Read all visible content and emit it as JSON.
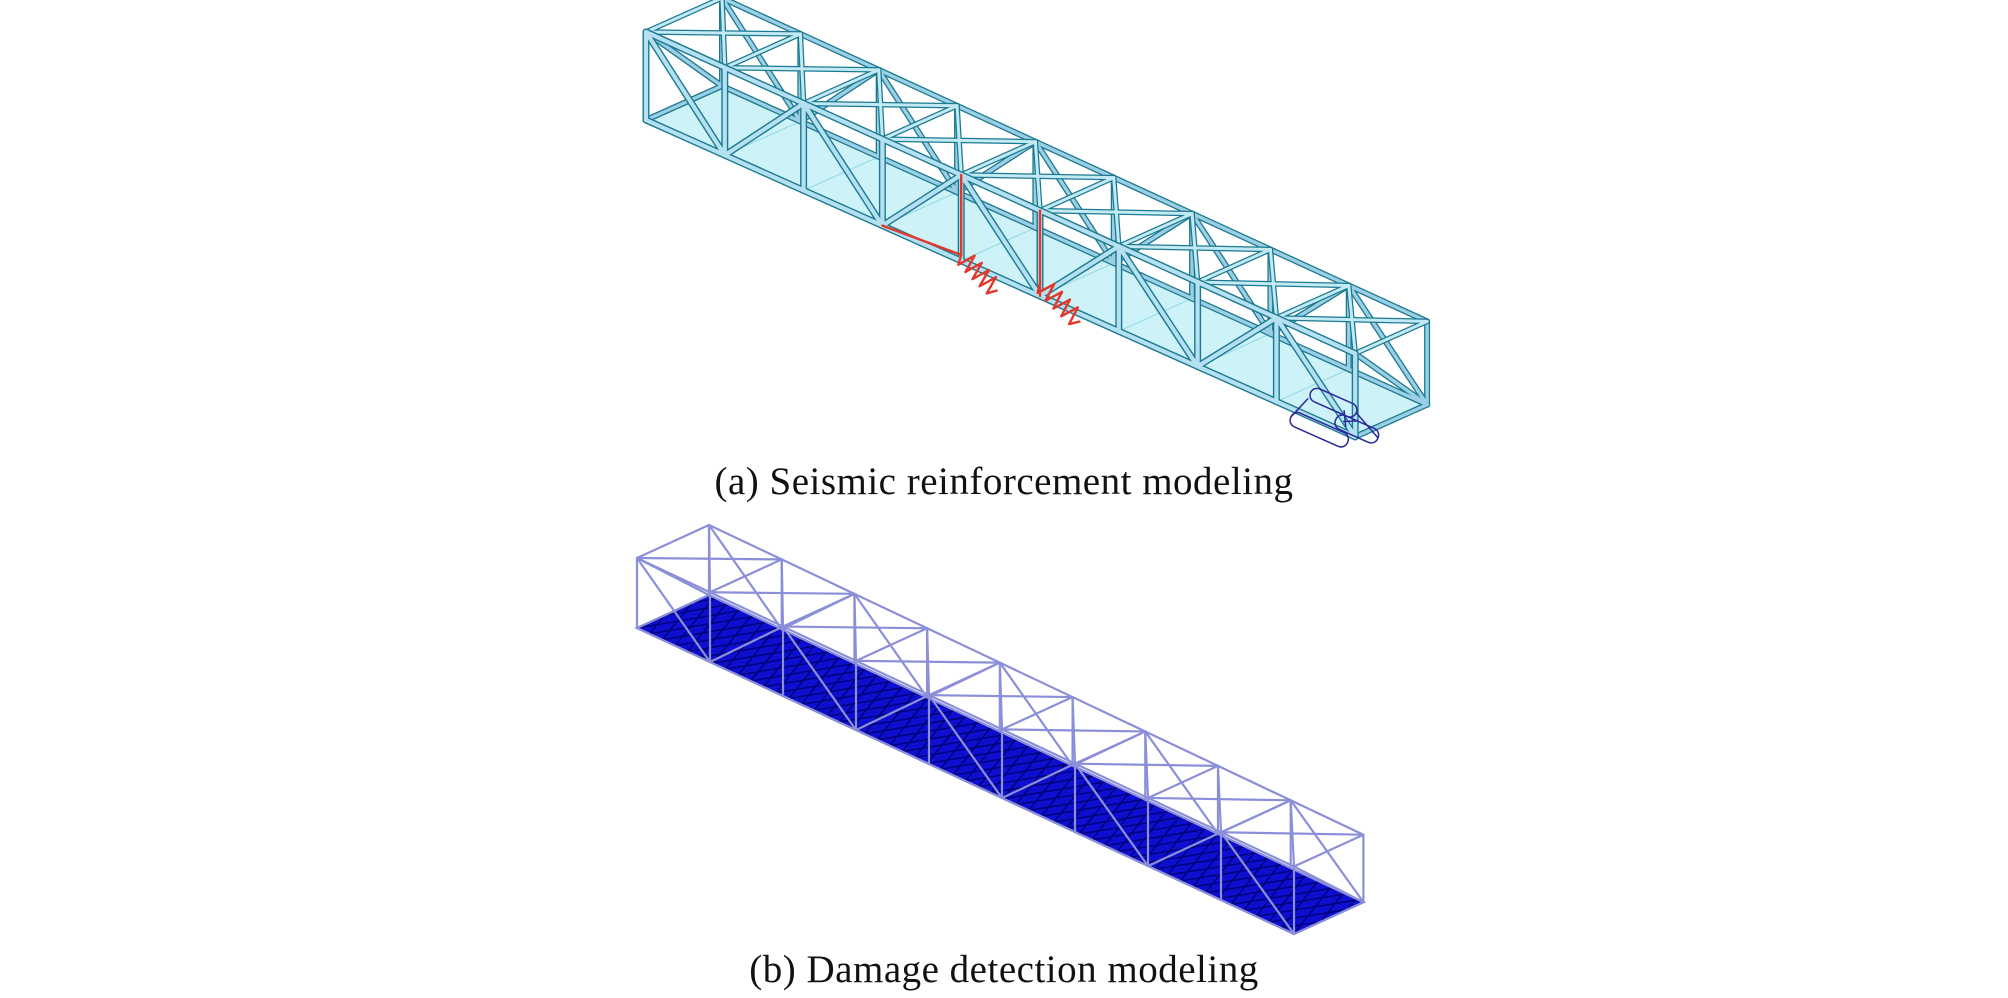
{
  "page": {
    "background": "#ffffff"
  },
  "figure": {
    "caption_a": "(a) Seismic reinforcement modeling",
    "caption_b": "(b) Damage detection modeling",
    "model_a_name": "Seismic reinforcement modeling",
    "model_b_name": "Damage detection modeling"
  },
  "colors": {
    "caption_text": "#111111",
    "member_edge": "#1b7a8f",
    "member_fill_near": "#b5e0f2",
    "member_fill_far": "#9ccfe6",
    "member_fill_roof": "#c3e9f5",
    "deck_a_fill": "#cdf3f8",
    "deck_a_edge": "#2fa3b4",
    "deck_a_line": "#9adce6",
    "spring_red": "#e0392c",
    "bearing_navy": "#28289a",
    "wire_blue": "#8b8fd9",
    "deck_b_fill": "#0e0ecf",
    "deck_b_mesh": "#000070",
    "deck_b_edge": "#2b2bbe"
  }
}
